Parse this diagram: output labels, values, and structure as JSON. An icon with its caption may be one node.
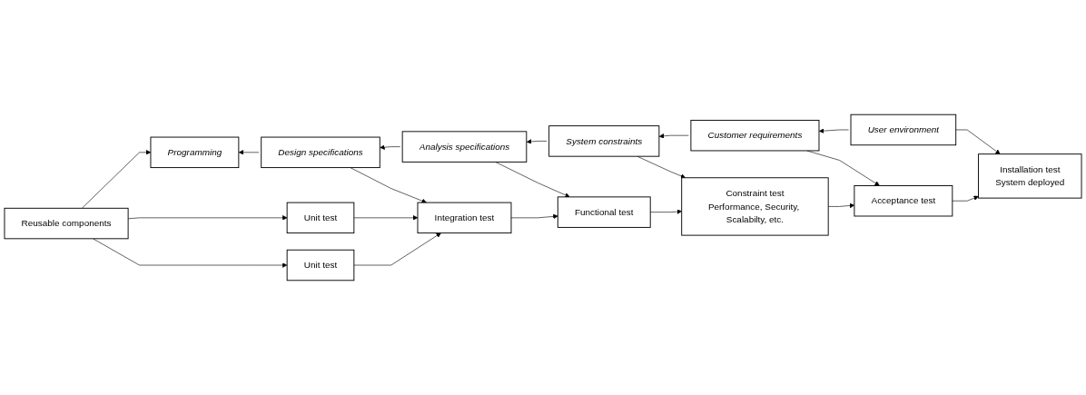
{
  "diagram": {
    "nodes": [
      {
        "text": [
          "Reusable components"
        ]
      },
      {
        "text": [
          "Programming"
        ]
      },
      {
        "text": [
          "Design specifications"
        ]
      },
      {
        "text": [
          "Analysis specifications"
        ]
      },
      {
        "text": [
          "System constraints"
        ]
      },
      {
        "text": [
          "Customer requirements"
        ]
      },
      {
        "text": [
          "User environment"
        ]
      },
      {
        "text": [
          "Unit test"
        ]
      },
      {
        "text": [
          "Unit test"
        ]
      },
      {
        "text": [
          "Integration test"
        ]
      },
      {
        "text": [
          "Functional test"
        ]
      },
      {
        "text": [
          "Constraint test",
          "Performance, Security, Scalabilty, etc."
        ]
      },
      {
        "text": [
          "Acceptance test"
        ]
      },
      {
        "text": [
          "Installation test",
          "System deployed"
        ]
      }
    ],
    "edges": [
      {
        "from": 0,
        "to": 1,
        "arrow": "to"
      },
      {
        "from": 2,
        "to": 1,
        "arrow": "to"
      },
      {
        "from": 3,
        "to": 2,
        "arrow": "to"
      },
      {
        "from": 4,
        "to": 3,
        "arrow": "to"
      },
      {
        "from": 5,
        "to": 4,
        "arrow": "to"
      },
      {
        "from": 6,
        "to": 5,
        "arrow": "to"
      },
      {
        "from": 0,
        "to": 7,
        "arrow": "to"
      },
      {
        "from": 0,
        "to": 8,
        "arrow": "to"
      },
      {
        "from": 7,
        "to": 9,
        "arrow": "to"
      },
      {
        "from": 8,
        "to": 9,
        "arrow": "to"
      },
      {
        "from": 2,
        "to": 9,
        "arrow": "to"
      },
      {
        "from": 3,
        "to": 10,
        "arrow": "to"
      },
      {
        "from": 4,
        "to": 11,
        "arrow": "to"
      },
      {
        "from": 5,
        "to": 12,
        "arrow": "to"
      },
      {
        "from": 6,
        "to": 13,
        "arrow": "to"
      },
      {
        "from": 9,
        "to": 10,
        "arrow": "to"
      },
      {
        "from": 10,
        "to": 11,
        "arrow": "to"
      },
      {
        "from": 11,
        "to": 12,
        "arrow": "to"
      },
      {
        "from": 12,
        "to": 13,
        "arrow": "to"
      }
    ]
  }
}
